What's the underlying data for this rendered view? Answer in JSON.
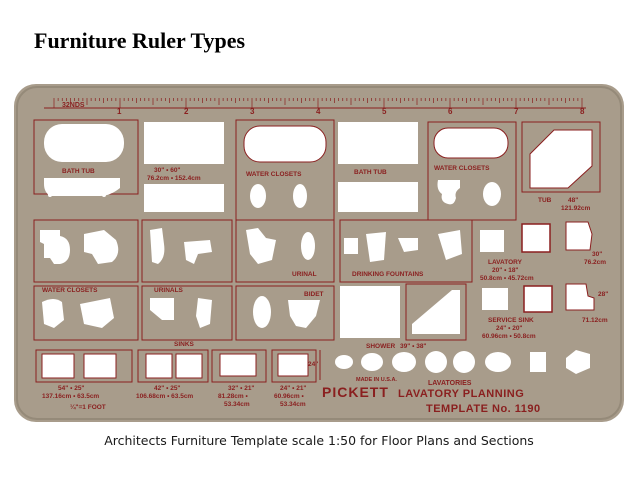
{
  "slide": {
    "title": "Furniture Ruler Types",
    "caption": "Architects Furniture Template scale 1:50 for Floor Plans and Sections"
  },
  "colors": {
    "plastic": "#a89c8b",
    "ink": "#8a1f1f",
    "cutout": "#ffffff"
  },
  "template": {
    "ruler_units": "32NDS",
    "ruler_numbers": [
      "1",
      "2",
      "3",
      "4",
      "5",
      "6",
      "7",
      "8"
    ],
    "labels": {
      "bath_tub_1": "BATH TUB",
      "dim_30x60": "30\" • 60\"",
      "dim_30x60_metric": "76.2cm • 152.4cm",
      "water_closets_1": "WATER CLOSETS",
      "bath_tub_2": "BATH TUB",
      "water_closets_2": "WATER CLOSETS",
      "tub": "TUB",
      "dim_48": "48\"",
      "dim_48_metric": "121.92cm",
      "lavatory": "LAVATORY",
      "dim_20x18": "20\" • 18\"",
      "dim_20x18_metric": "50.8cm • 45.72cm",
      "dim_30": "30\"",
      "dim_30_metric": "76.2cm",
      "urinal": "URINAL",
      "drinking_fountains": "DRINKING FOUNTAINS",
      "water_closets_3": "WATER CLOSETS",
      "urinals": "URINALS",
      "bidet": "BIDET",
      "service_sink": "SERVICE SINK",
      "dim_24x20": "24\" • 20\"",
      "dim_24x20_metric": "60.96cm • 50.8cm",
      "dim_28": "28\"",
      "dim_28_metric": "71.12cm",
      "sinks": "SINKS",
      "shower": "SHOWER",
      "shower_dims": "39\" • 38\"",
      "dim_24_side": "24\"",
      "dim_54x25": "54\" • 25\"",
      "dim_54x25_metric": "137.16cm • 63.5cm",
      "scale": "¼\"=1 FOOT",
      "dim_42x25": "42\" • 25\"",
      "dim_42x25_metric": "106.68cm • 63.5cm",
      "dim_32x21": "32\" • 21\"",
      "dim_32x21_metric_a": "81.28cm •",
      "dim_32x21_metric_b": "53.34cm",
      "dim_24x21": "24\" • 21\"",
      "dim_24x21_metric_a": "60.96cm •",
      "dim_24x21_metric_b": "53.34cm",
      "made_in": "MADE IN U.S.A.",
      "brand": "PICKETT",
      "lavatories": "LAVATORIES",
      "product_line1": "LAVATORY PLANNING",
      "product_line2": "TEMPLATE No. 1190"
    }
  }
}
